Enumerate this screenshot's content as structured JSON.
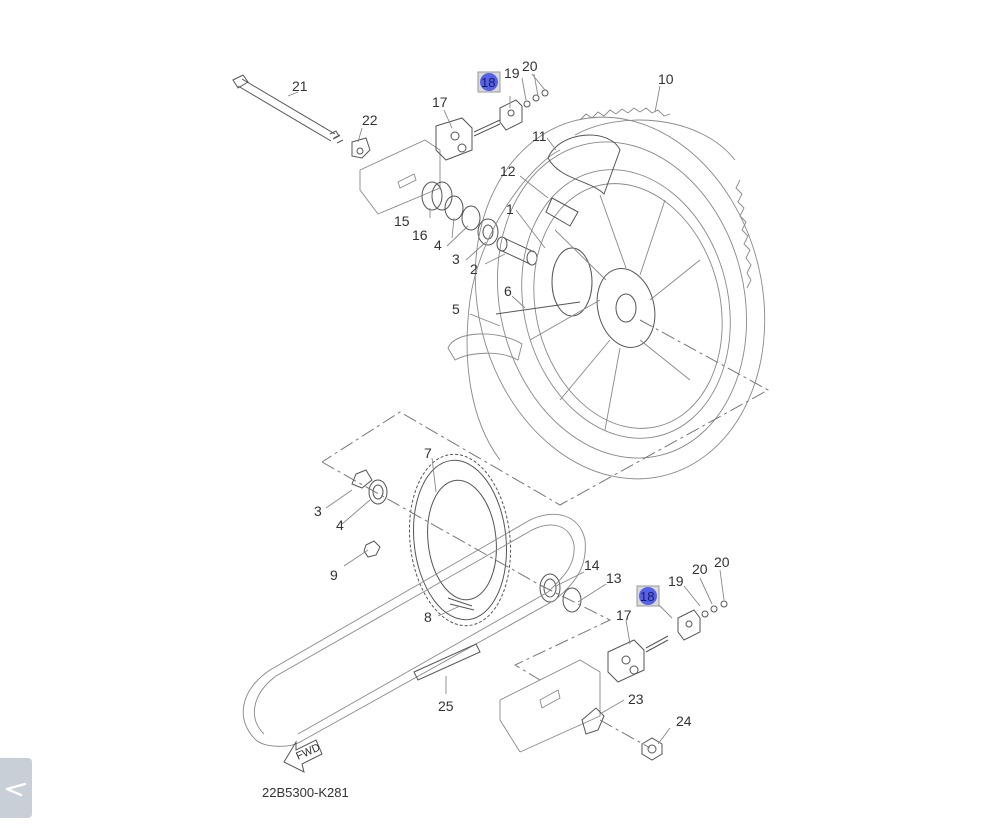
{
  "diagram": {
    "code": "22B5300-K281",
    "fwd_label": "FWD",
    "highlight_color": "#5561e6",
    "callouts": {
      "p1": "1",
      "p2": "2",
      "p3a": "3",
      "p3b": "3",
      "p4a": "4",
      "p4b": "4",
      "p5": "5",
      "p6": "6",
      "p7": "7",
      "p8": "8",
      "p9": "9",
      "p10": "10",
      "p11": "11",
      "p12": "12",
      "p13": "13",
      "p14": "14",
      "p15": "15",
      "p16": "16",
      "p17a": "17",
      "p17b": "17",
      "p18a": "18",
      "p18b": "18",
      "p19a": "19",
      "p19b": "19",
      "p20a": "20",
      "p20b": "20",
      "p20c": "20",
      "p21": "21",
      "p22": "22",
      "p23": "23",
      "p24": "24",
      "p25": "25"
    }
  },
  "controls": {
    "scroll_icon": "chevron-left-icon"
  }
}
